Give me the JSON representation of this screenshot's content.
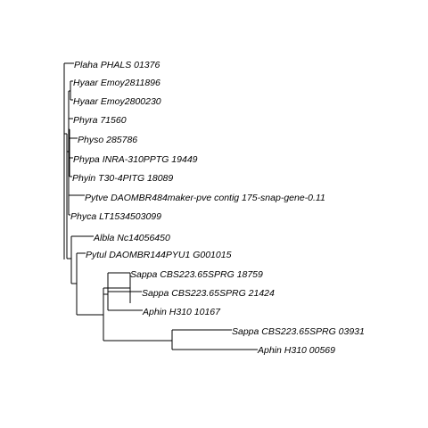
{
  "figure": {
    "type": "phylogenetic-tree",
    "background": "#ffffff",
    "line_color": "#000000",
    "label_color": "#000000",
    "label_style": "italic"
  },
  "tips": [
    {
      "label": "Plaha PHALS 01376"
    },
    {
      "label": "Hyaar Emoy2811896"
    },
    {
      "label": "Hyaar Emoy2800230"
    },
    {
      "label": "Phyra 71560"
    },
    {
      "label": "Physo 285786"
    },
    {
      "label": "Phypa INRA-310PPTG 19449"
    },
    {
      "label": "Phyin T30-4PITG 18089"
    },
    {
      "label": "Pytve DAOMBR484maker-pve contig 175-snap-gene-0.11"
    },
    {
      "label": "Phyca LT1534503099"
    },
    {
      "label": "Albla Nc14056450"
    },
    {
      "label": "Pytul DAOMBR144PYU1 G001015"
    },
    {
      "label": "Sappa CBS223.65SPRG 18759"
    },
    {
      "label": "Sappa CBS223.65SPRG 21424"
    },
    {
      "label": "Aphin H310 10167"
    },
    {
      "label": "Sappa CBS223.65SPRG 03931"
    },
    {
      "label": "Aphin H310 00569"
    }
  ]
}
